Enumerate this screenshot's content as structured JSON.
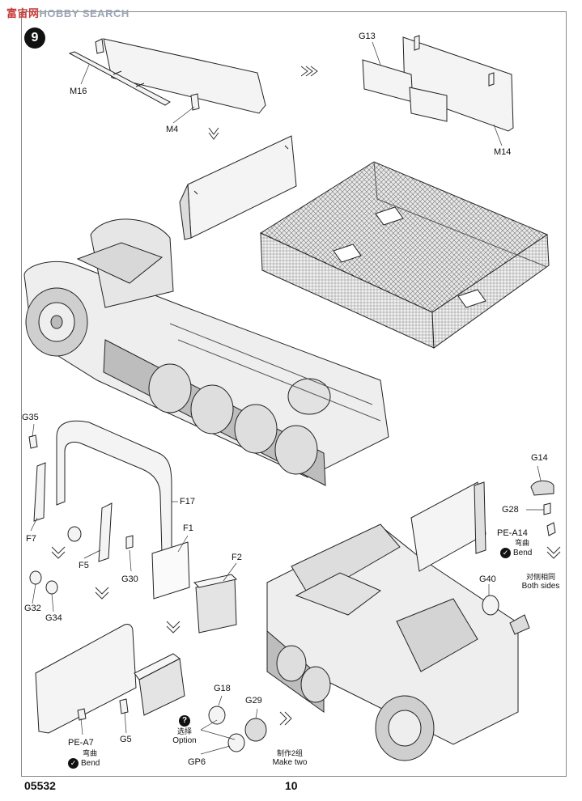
{
  "watermark": {
    "cn": "富宙网",
    "en": "HOBBY SEARCH"
  },
  "step": "9",
  "labels": {
    "m16": "M16",
    "m4": "M4",
    "g13": "G13",
    "m14": "M14",
    "g35": "G35",
    "f7": "F7",
    "f5": "F5",
    "f17": "F17",
    "f1": "F1",
    "f2": "F2",
    "g30": "G30",
    "g32": "G32",
    "g34": "G34",
    "g14": "G14",
    "g28": "G28",
    "pea14": "PE-A14",
    "g40": "G40",
    "pea7": "PE-A7",
    "g5": "G5",
    "g18": "G18",
    "g29": "G29",
    "gp6": "GP6"
  },
  "notes": {
    "bend_cn": "弯曲",
    "bend_en": "Bend",
    "both_cn": "对侧相同",
    "both_en": "Both sides",
    "option_cn": "选择",
    "option_en": "Option",
    "make_cn": "制作2组",
    "make_en": "Make two"
  },
  "footer": {
    "code": "05532",
    "page": "10"
  }
}
